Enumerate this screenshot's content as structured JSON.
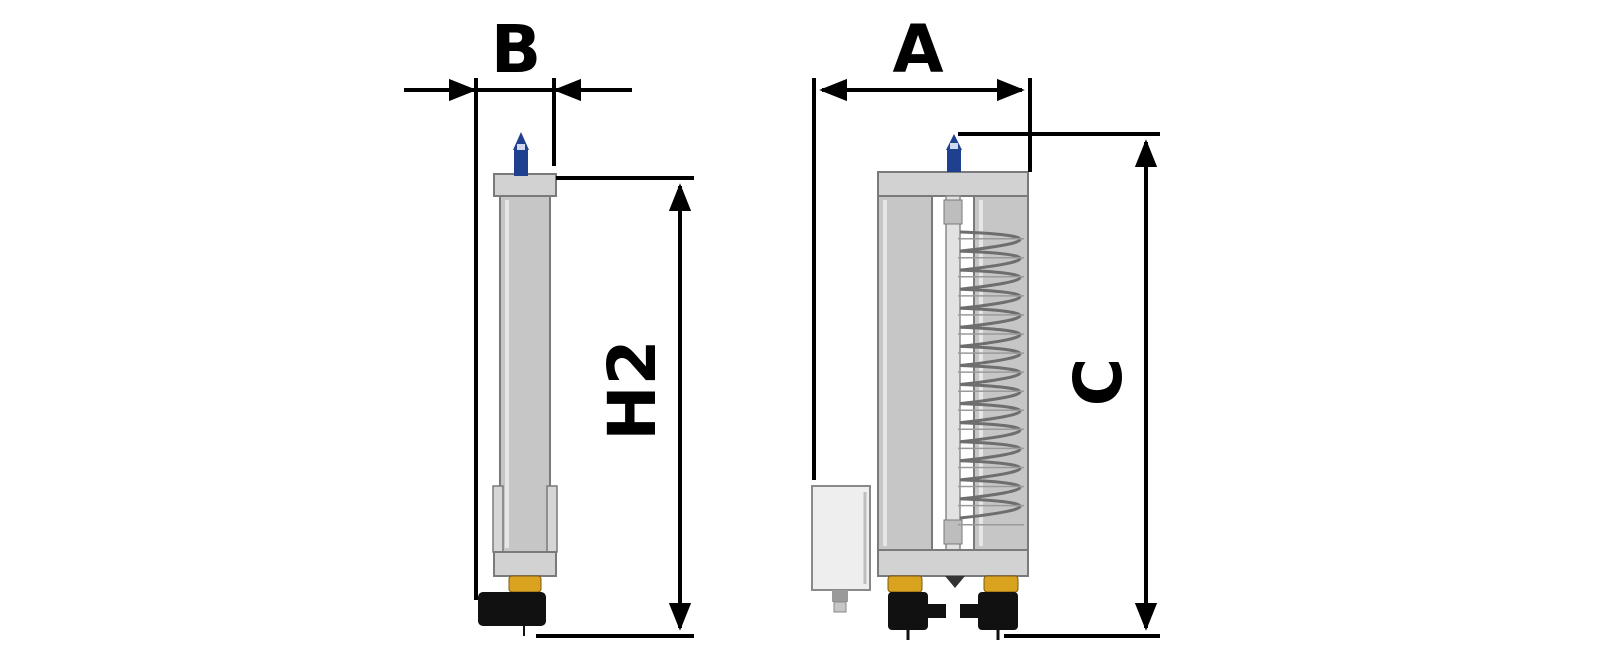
{
  "labels": {
    "width_side": "B",
    "width_front": "A",
    "height_side": "H2",
    "height_front": "C"
  },
  "colors": {
    "body_gray": "#c6c6c6",
    "body_light": "#dcdcdc",
    "outline": "#7a7a7a",
    "dimension_line": "#000000",
    "valve_blue": "#1f3f8f",
    "fitting_brass": "#d9a21f",
    "valve_black": "#111111",
    "box_white": "#eeeeee"
  }
}
